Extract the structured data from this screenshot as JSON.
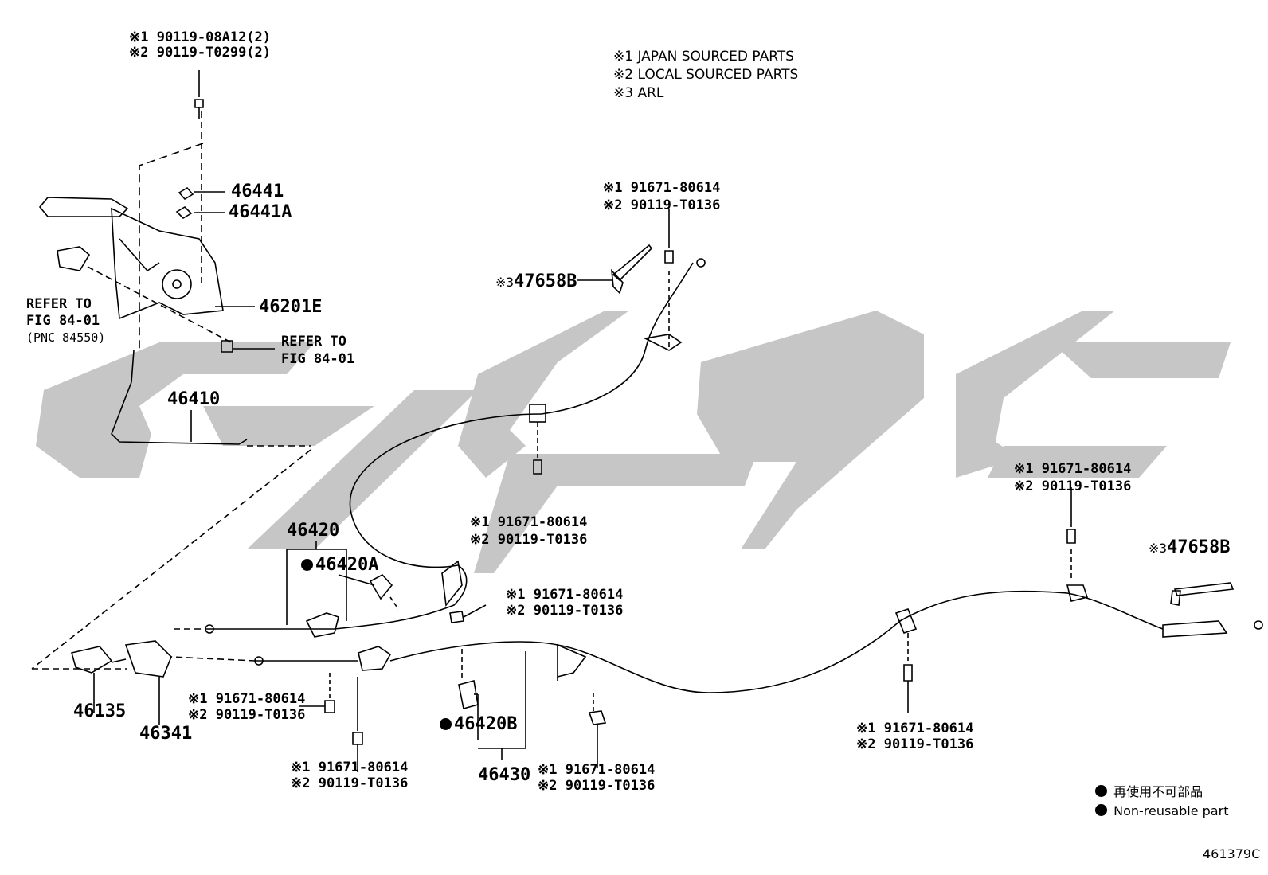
{
  "figure_code": "461379C",
  "notes": [
    "※1 JAPAN SOURCED PARTS",
    "※2 LOCAL SOURCED PARTS",
    "※3 ARL"
  ],
  "legend": {
    "japanese": "再使用不可部品",
    "english": "Non-reusable part"
  },
  "watermark": {
    "color": "#c4c4c4"
  },
  "parts": {
    "top_bolt": [
      "※1 90119-08A12(2)",
      "※2 90119-T0299(2)"
    ],
    "p46441": "46441",
    "p46441A": "46441A",
    "p46201E": "46201E",
    "refer_left": [
      "REFER TO",
      "FIG 84-01",
      "(PNC 84550)"
    ],
    "refer_mid": [
      "REFER TO",
      "FIG 84-01"
    ],
    "p46410": "46410",
    "p46420": "46420",
    "p46420A": "46420A",
    "p46420B": "46420B",
    "p46430": "46430",
    "p46135": "46135",
    "p46341": "46341",
    "p47658B_top": "47658B",
    "p47658B_right": "47658B",
    "mark3": "※3",
    "bolt_top": [
      "※1 91671-80614",
      "※2 90119-T0136"
    ],
    "bolt_mid": [
      "※1 91671-80614",
      "※2 90119-T0136"
    ],
    "bolt_clip": [
      "※1 91671-80614",
      "※2 90119-T0136"
    ],
    "bolt_right_top": [
      "※1 91671-80614",
      "※2 90119-T0136"
    ],
    "bolt_left_lower": [
      "※1 91671-80614",
      "※2 90119-T0136"
    ],
    "bolt_left_bottom": [
      "※1 91671-80614",
      "※2 90119-T0136"
    ],
    "bolt_center_bottom": [
      "※1 91671-80614",
      "※2 90119-T0136"
    ],
    "bolt_right_bottom": [
      "※1 91671-80614",
      "※2 90119-T0136"
    ]
  }
}
